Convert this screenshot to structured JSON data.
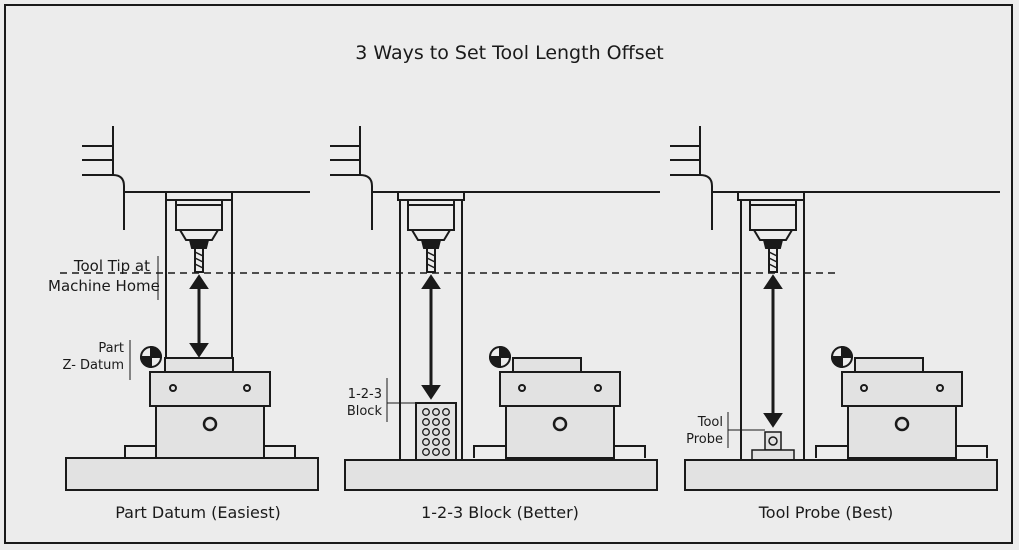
{
  "title": "3 Ways to Set Tool Length Offset",
  "panels": [
    {
      "caption": "Part Datum (Easiest)"
    },
    {
      "caption": "1-2-3 Block (Better)"
    },
    {
      "caption": "Tool Probe (Best)"
    }
  ],
  "labels": {
    "tool_tip_line1": "Tool Tip at",
    "tool_tip_line2": "Machine Home",
    "part_line1": "Part",
    "part_line2": "Z- Datum",
    "block_line1": "1-2-3",
    "block_line2": "Block",
    "probe_line1": "Tool",
    "probe_line2": "Probe"
  },
  "colors": {
    "background": "#ececec",
    "stroke": "#1a1a1a",
    "fill": "#e2e2e2"
  }
}
